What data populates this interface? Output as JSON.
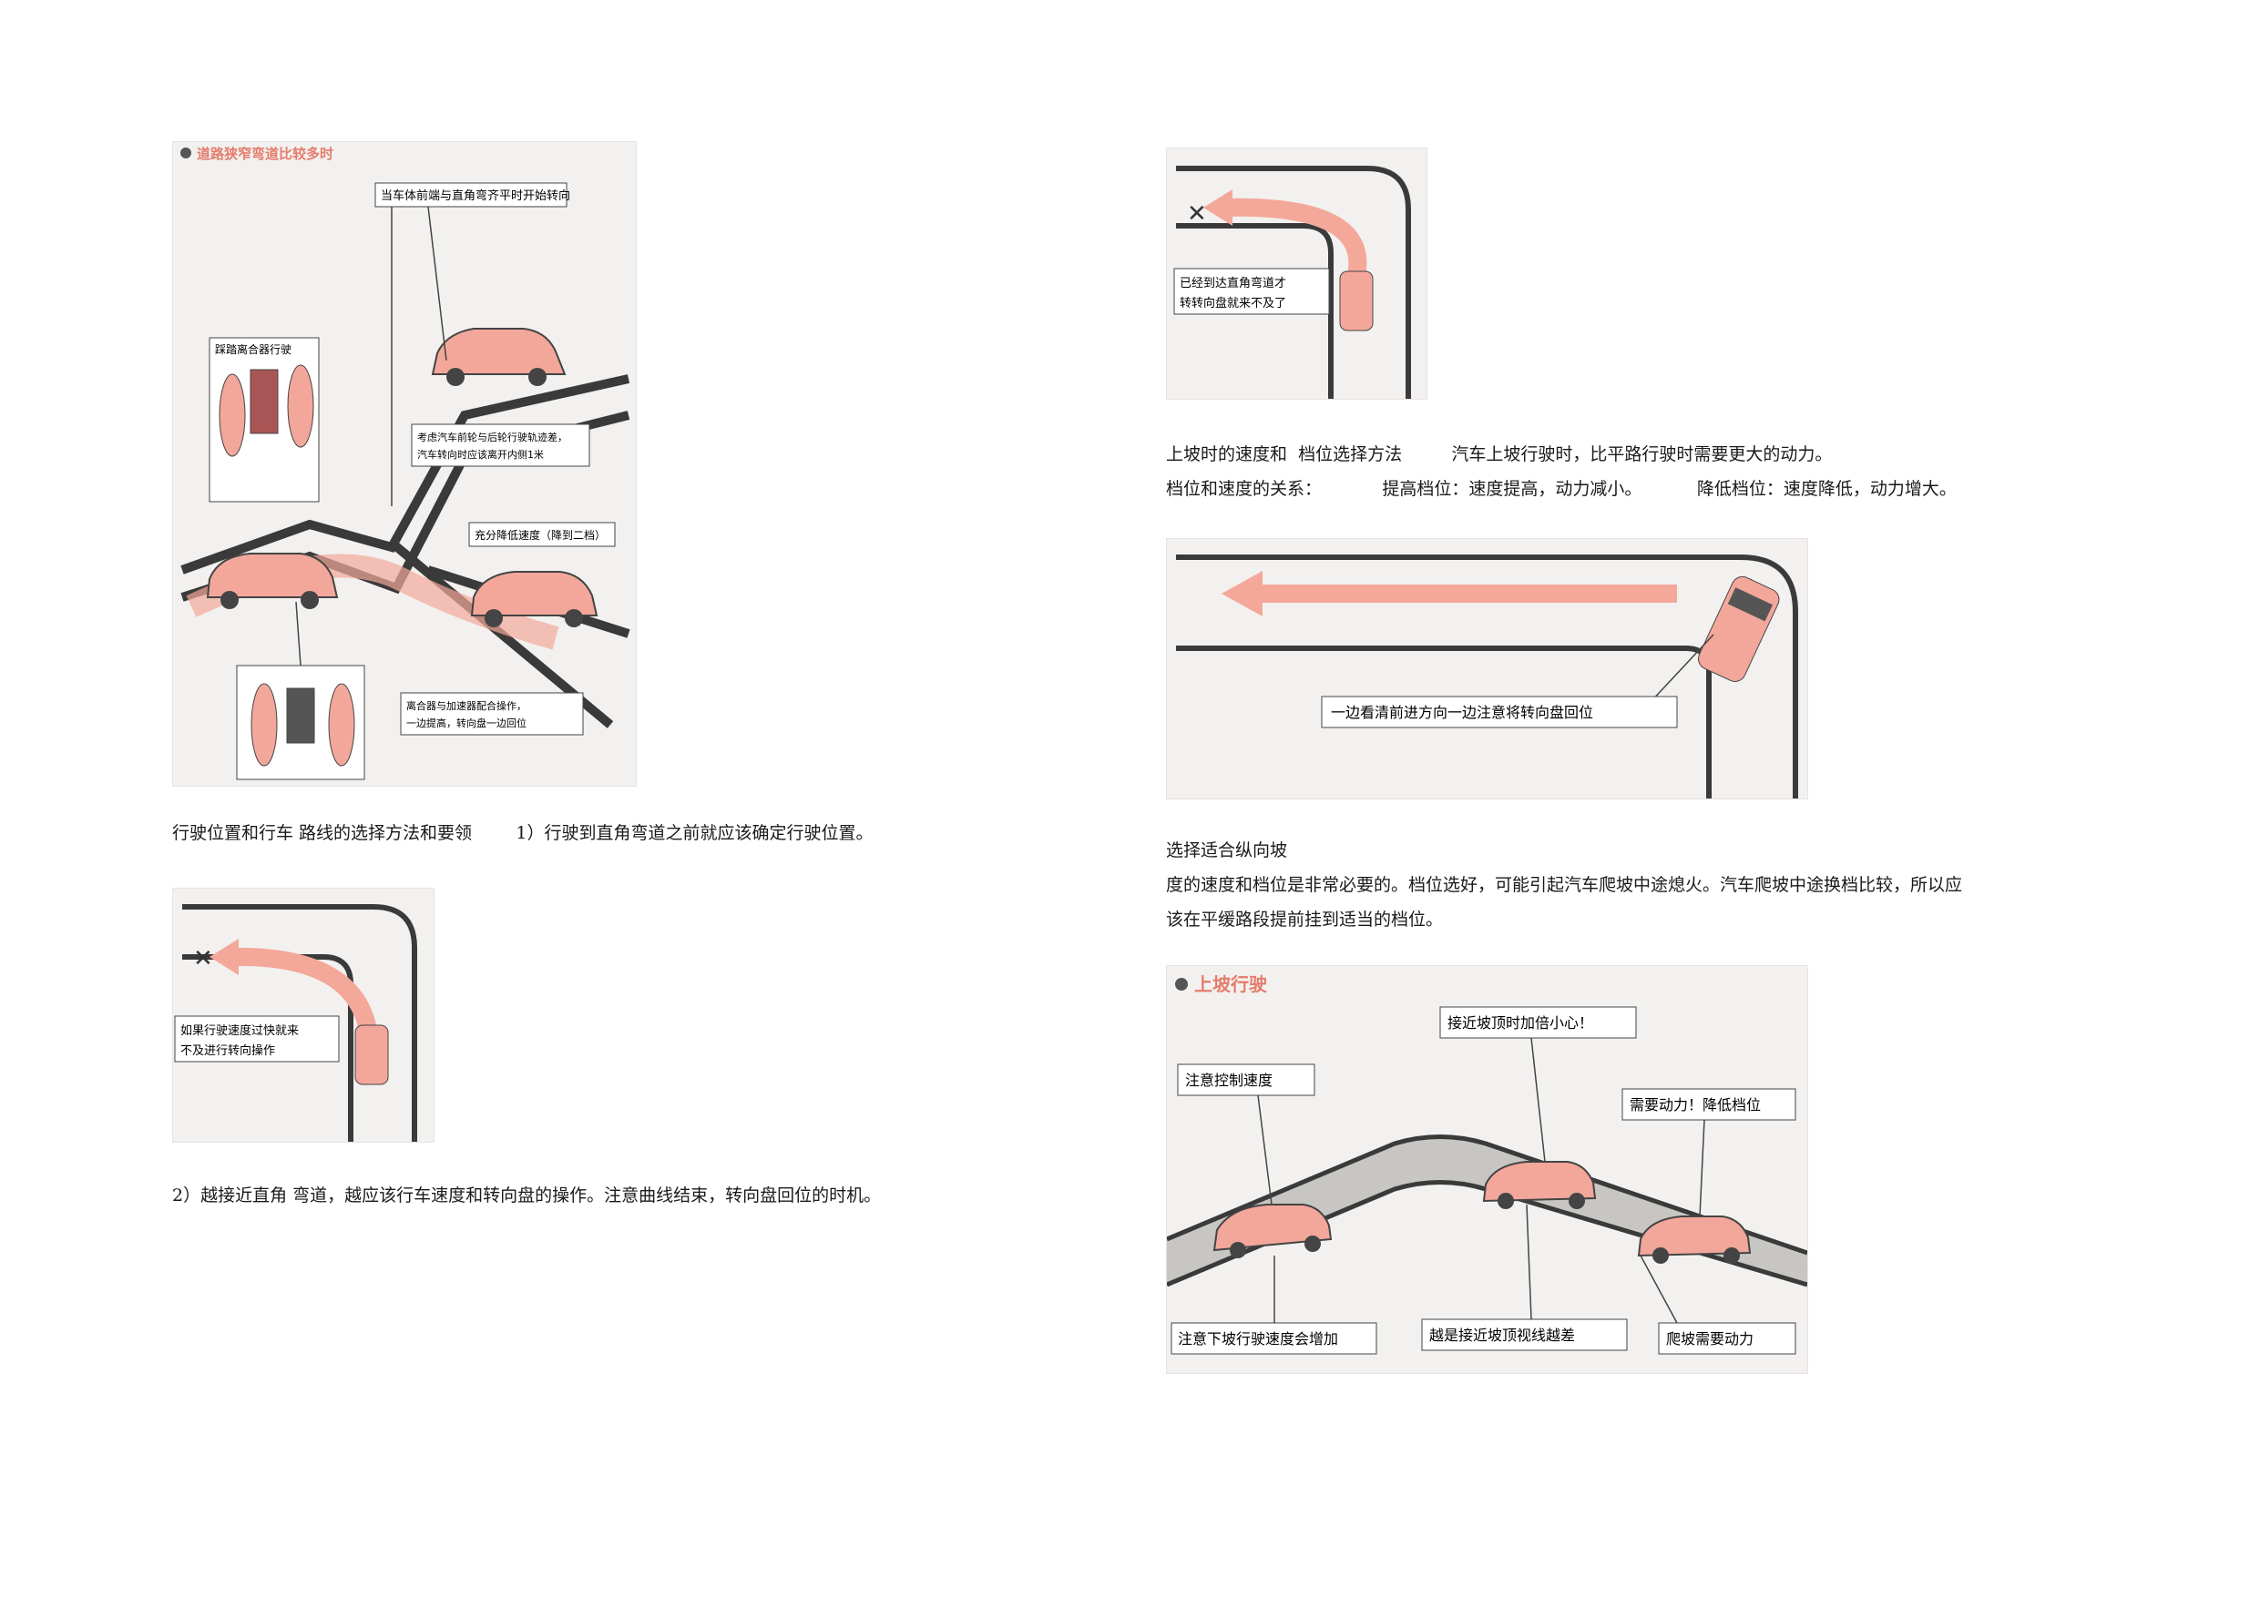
{
  "left": {
    "fig1": {
      "title": "道路狭窄弯道比较多时",
      "callout_top": "当车体前端与直角弯齐平时开始转向",
      "callout_pedal": "踩踏离合器行驶",
      "callout_mid_1": "考虑汽车前轮与后轮行驶轨迹差，",
      "callout_mid_2": "汽车转向时应该离开内侧1米",
      "callout_right": "充分降低速度（降到二档）",
      "callout_bottom_1": "离合器与加速器配合操作，",
      "callout_bottom_2": "一边提高，转向盘一边回位"
    },
    "para1": "行驶位置和行车 路线的选择方法和要领        1）行驶到直角弯道之前就应该确定行驶位置。",
    "fig2": {
      "callout_1": "如果行驶速度过快就来",
      "callout_2": "不及进行转向操作"
    },
    "para2": "2）越接近直角 弯道，越应该行车速度和转向盘的操作。注意曲线结束，转向盘回位的时机。"
  },
  "right": {
    "fig3": {
      "callout_1": "已经到达直角弯道才",
      "callout_2": "转转向盘就来不及了"
    },
    "para3_line1": "上坡时的速度和  档位选择方法         汽车上坡行驶时，比平路行驶时需要更大的动力。",
    "para3_line2": "档位和速度的关系：           提高档位：速度提高，动力减小。          降低档位：速度降低，动力增大。",
    "fig4": {
      "callout": "一边看清前进方向一边注意将转向盘回位"
    },
    "para4_line1": "选择适合纵向坡",
    "para4_line2": "度的速度和档位是非常必要的。档位选好，可能引起汽车爬坡中途熄火。汽车爬坡中途换档比较，所以应",
    "para4_line3": "该在平缓路段提前挂到适当的档位。",
    "fig5": {
      "title": "上坡行驶",
      "callout_a": "注意控制速度",
      "callout_b": "接近坡顶时加倍小心！",
      "callout_c": "需要动力！降低档位",
      "callout_d": "注意下坡行驶速度会增加",
      "callout_e": "越是接近坡顶视线越差",
      "callout_f": "爬坡需要动力"
    }
  },
  "colors": {
    "road": "#3a3a3a",
    "arrow": "#f4a89a",
    "car": "#f3a79b",
    "callout_bg": "#ffffff"
  }
}
